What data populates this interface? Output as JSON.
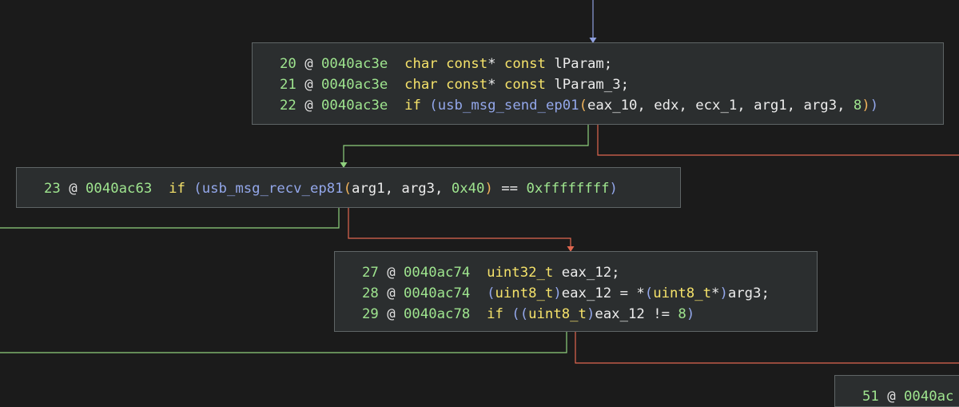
{
  "blocks": [
    {
      "name": "block-0040ac3e",
      "lines": [
        [
          [
            "ln",
            "20"
          ],
          [
            "at",
            " @ "
          ],
          [
            "ad",
            "0040ac3e"
          ],
          [
            "tx",
            "  "
          ],
          [
            "kw",
            "char const"
          ],
          [
            "tx",
            "* "
          ],
          [
            "kw",
            "const"
          ],
          [
            "tx",
            " lParam;"
          ]
        ],
        [
          [
            "ln",
            "21"
          ],
          [
            "at",
            " @ "
          ],
          [
            "ad",
            "0040ac3e"
          ],
          [
            "tx",
            "  "
          ],
          [
            "kw",
            "char const"
          ],
          [
            "tx",
            "* "
          ],
          [
            "kw",
            "const"
          ],
          [
            "tx",
            " lParam_3;"
          ]
        ],
        [
          [
            "ln",
            "22"
          ],
          [
            "at",
            " @ "
          ],
          [
            "ad",
            "0040ac3e"
          ],
          [
            "tx",
            "  "
          ],
          [
            "kw",
            "if"
          ],
          [
            "tx",
            " "
          ],
          [
            "fn",
            "("
          ],
          [
            "fn",
            "usb_msg_send_ep01"
          ],
          [
            "pa",
            "("
          ],
          [
            "tx",
            "eax_10, edx, ecx_1, arg1, arg3, "
          ],
          [
            "nm",
            "8"
          ],
          [
            "pa",
            ")"
          ],
          [
            "fn",
            ")"
          ]
        ]
      ]
    },
    {
      "name": "block-0040ac63",
      "lines": [
        [
          [
            "ln",
            "23"
          ],
          [
            "at",
            " @ "
          ],
          [
            "ad",
            "0040ac63"
          ],
          [
            "tx",
            "  "
          ],
          [
            "kw",
            "if"
          ],
          [
            "tx",
            " "
          ],
          [
            "fn",
            "("
          ],
          [
            "fn",
            "usb_msg_recv_ep81"
          ],
          [
            "pa",
            "("
          ],
          [
            "tx",
            "arg1, arg3, "
          ],
          [
            "nm",
            "0x40"
          ],
          [
            "pa",
            ")"
          ],
          [
            "tx",
            " == "
          ],
          [
            "nm",
            "0xffffffff"
          ],
          [
            "fn",
            ")"
          ]
        ]
      ]
    },
    {
      "name": "block-0040ac74",
      "lines": [
        [
          [
            "ln",
            "27"
          ],
          [
            "at",
            " @ "
          ],
          [
            "ad",
            "0040ac74"
          ],
          [
            "tx",
            "  "
          ],
          [
            "kw",
            "uint32_t"
          ],
          [
            "tx",
            " eax_12;"
          ]
        ],
        [
          [
            "ln",
            "28"
          ],
          [
            "at",
            " @ "
          ],
          [
            "ad",
            "0040ac74"
          ],
          [
            "tx",
            "  "
          ],
          [
            "fn",
            "("
          ],
          [
            "kw",
            "uint8_t"
          ],
          [
            "fn",
            ")"
          ],
          [
            "tx",
            "eax_12 = *"
          ],
          [
            "fn",
            "("
          ],
          [
            "kw",
            "uint8_t"
          ],
          [
            "tx",
            "*"
          ],
          [
            "fn",
            ")"
          ],
          [
            "tx",
            "arg3;"
          ]
        ],
        [
          [
            "ln",
            "29"
          ],
          [
            "at",
            " @ "
          ],
          [
            "ad",
            "0040ac78"
          ],
          [
            "tx",
            "  "
          ],
          [
            "kw",
            "if"
          ],
          [
            "tx",
            " "
          ],
          [
            "fn",
            "(("
          ],
          [
            "kw",
            "uint8_t"
          ],
          [
            "fn",
            ")"
          ],
          [
            "tx",
            "eax_12 != "
          ],
          [
            "nm",
            "8"
          ],
          [
            "fn",
            ")"
          ]
        ]
      ]
    },
    {
      "name": "block-partial",
      "lines": [
        [
          [
            "ln",
            "51"
          ],
          [
            "at",
            " @ "
          ],
          [
            "ad",
            "0040ac"
          ]
        ]
      ]
    }
  ],
  "colors": {
    "edge_true": "#8fd07e",
    "edge_false": "#e0674f",
    "edge_unconditional": "#8fa0e0"
  }
}
